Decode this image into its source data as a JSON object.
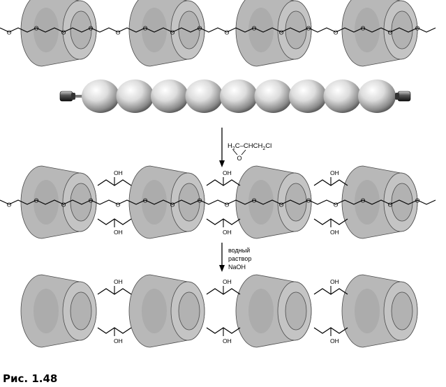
{
  "figure": {
    "caption": "Рис. 1.48",
    "reagent": {
      "formula_h2c": "H",
      "formula_sub2": "2",
      "formula_rest": "C–CHCH",
      "formula_sub2b": "2",
      "formula_cl": "Cl",
      "epoxide_o": "O"
    },
    "step2": {
      "line1": "водный",
      "line2": "раствор",
      "line3": "NaOH"
    },
    "chain": {
      "oxygen_label": "O",
      "methyl_label": "O"
    },
    "hydroxyl_label": "OH"
  },
  "colors": {
    "cyclodextrin_fill": "#b8b8b8",
    "cyclodextrin_inner": "#a6a6a6",
    "cyclodextrin_face": "#c4c4c4",
    "outline": "#4a4a4a",
    "bond": "#000000",
    "bead_light": "#ffffff",
    "bead_dark": "#6a6a6a"
  }
}
